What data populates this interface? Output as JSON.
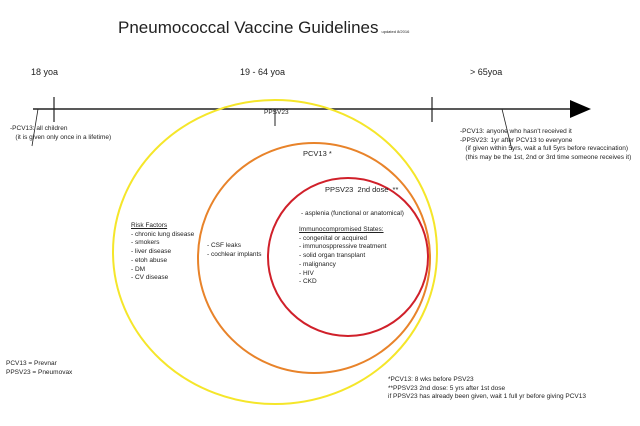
{
  "title": "Pneumococcal Vaccine Guidelines",
  "updated": "updated 8/2016",
  "ages": [
    "18 yoa",
    "19 - 64 yoa",
    "> 65yoa"
  ],
  "left_note": [
    "-PCV13: all children",
    "   (it is given only once in a lifetime)"
  ],
  "right_note": [
    "-PCV13: anyone who hasn't received it",
    "-PPSV23: 1yr after PCV13 to everyone",
    "   (if given within 5yrs, wait a full 5yrs before revaccination)",
    "   (this may be the 1st, 2nd or 3rd time someone receives it)"
  ],
  "circles": {
    "outer": "PPSV23",
    "middle": "PCV13 *",
    "inner": "PPSV23  2nd dose  **"
  },
  "risk_factors": {
    "heading": "Risk Factors",
    "items": [
      "- chronic lung disease",
      "- smokers",
      "- liver disease",
      "- etoh abuse",
      "- DM",
      "- CV disease"
    ]
  },
  "pcv13_items": [
    "- CSF leaks",
    "- cochlear implants"
  ],
  "asplenia": "- asplenia (functional or anatomical)",
  "immuno": {
    "heading": "Immunocompromised States:",
    "items": [
      "- congenital or acquired",
      "- immunosppressive treatment",
      "- solid organ transplant",
      "- malignancy",
      "- HIV",
      "- CKD"
    ]
  },
  "legend": [
    "PCV13 = Prevnar",
    "PPSV23 = Pneumovax"
  ],
  "footnotes": [
    "*PCV13: 8 wks before PSV23",
    "**PPSV23 2nd dose: 5 yrs after 1st dose",
    "if PPSV23 has already been given, wait 1 full yr before giving PCV13"
  ],
  "colors": {
    "outer": "#f5e62a",
    "middle": "#e8832a",
    "inner": "#d0202a"
  }
}
